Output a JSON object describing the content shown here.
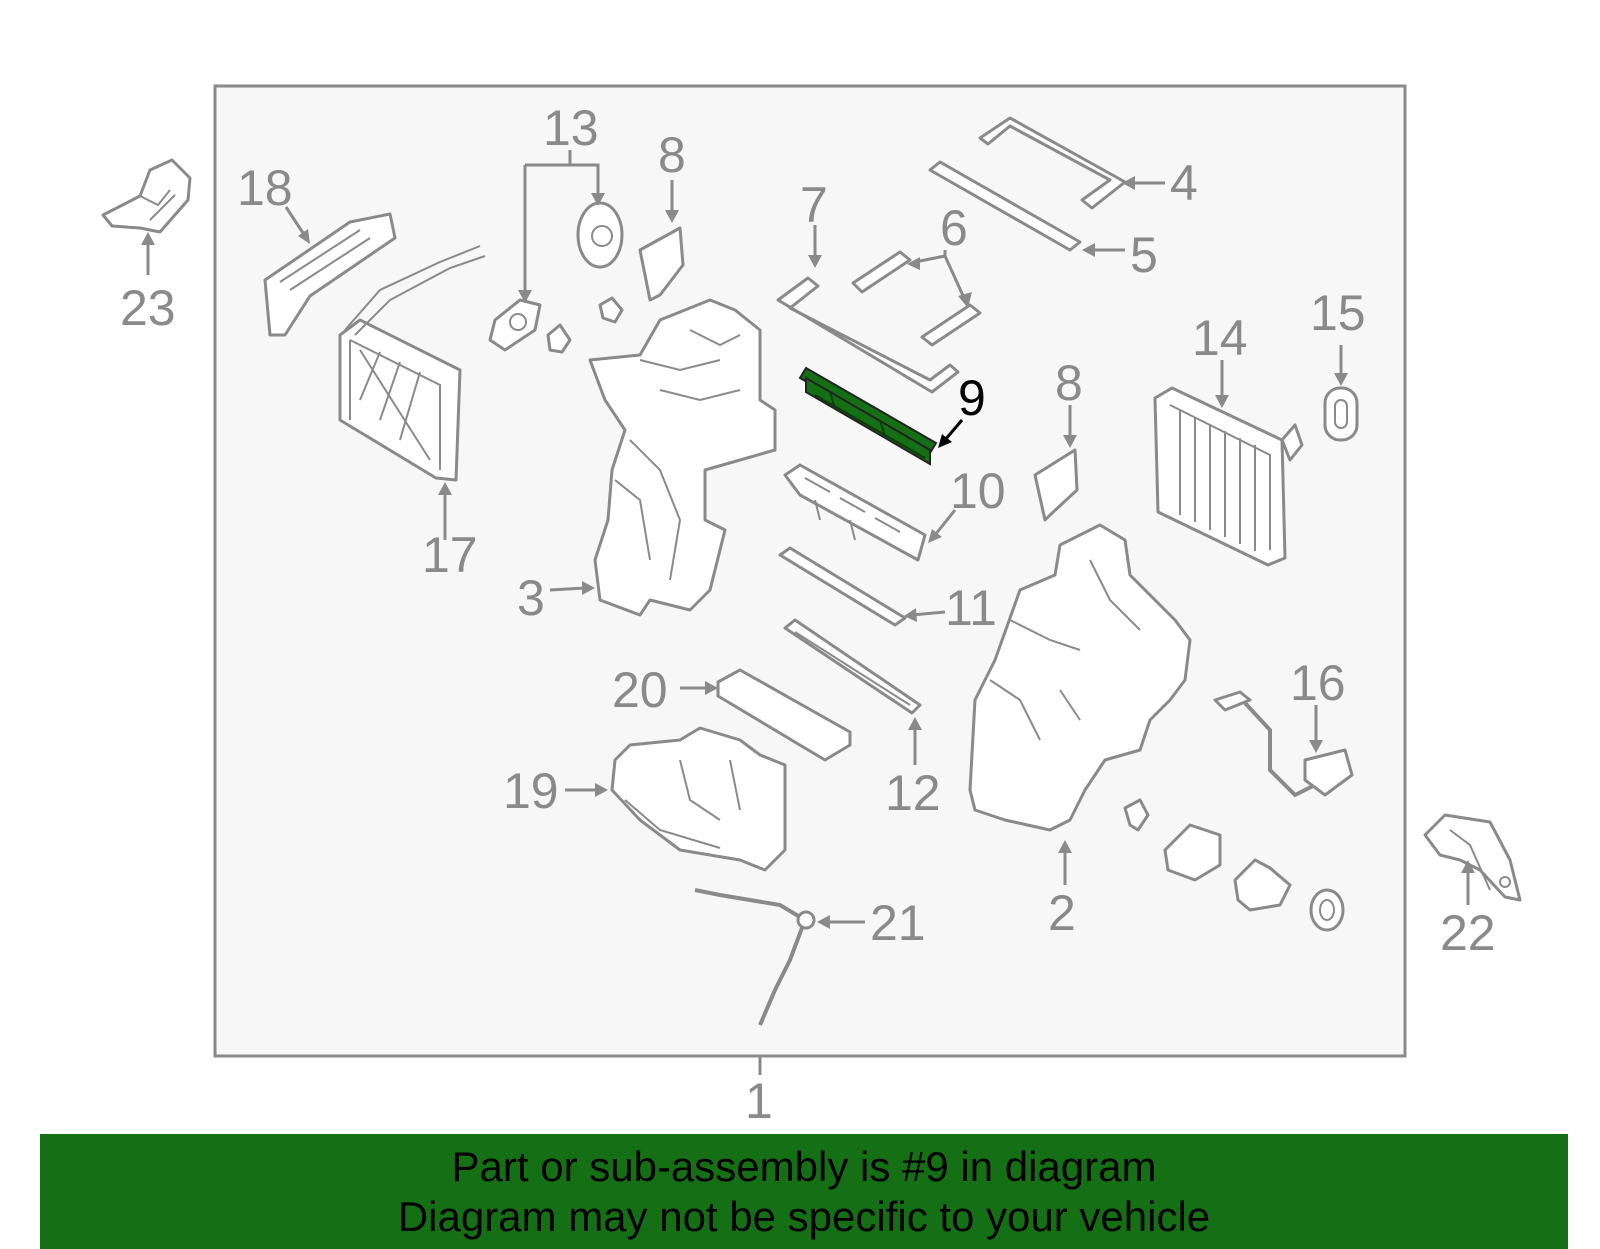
{
  "colors": {
    "line": "#8a8a8a",
    "highlight": "#157015",
    "panel": "#f7f7f7",
    "banner": "#157015",
    "banner_text": "#000000"
  },
  "highlighted_part": "9",
  "callouts": [
    "1",
    "2",
    "3",
    "4",
    "5",
    "6",
    "7",
    "8",
    "8",
    "9",
    "10",
    "11",
    "12",
    "13",
    "14",
    "15",
    "16",
    "17",
    "18",
    "19",
    "20",
    "21",
    "22",
    "23"
  ],
  "banner": {
    "line1": "Part or sub-assembly is #9 in diagram",
    "line2": "Diagram may not be specific to your vehicle"
  }
}
